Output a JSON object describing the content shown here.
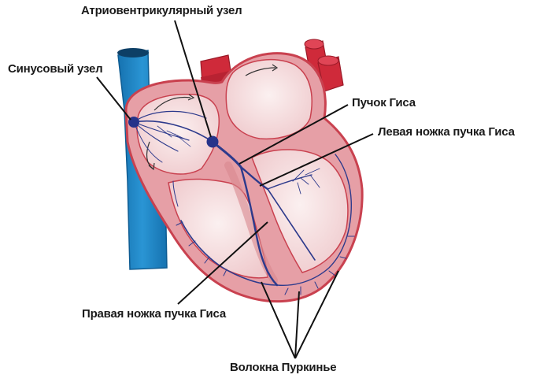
{
  "labels": {
    "av_node": "Атриовентрикулярный узел",
    "sa_node": "Синусовый узел",
    "bundle_his": "Пучок Гиса",
    "left_branch": "Левая ножка пучка Гиса",
    "right_branch": "Правая ножка пучка Гиса",
    "purkinje": "Волокна Пуркинье"
  },
  "colors": {
    "vena_cava": "#1b86c6",
    "aorta": "#cf2a3a",
    "heart_wall": "#e69fa6",
    "heart_outline": "#c9414f",
    "chamber": "#f6dfe0",
    "conduction": "#2d3a8c",
    "leader_line": "#111111"
  }
}
